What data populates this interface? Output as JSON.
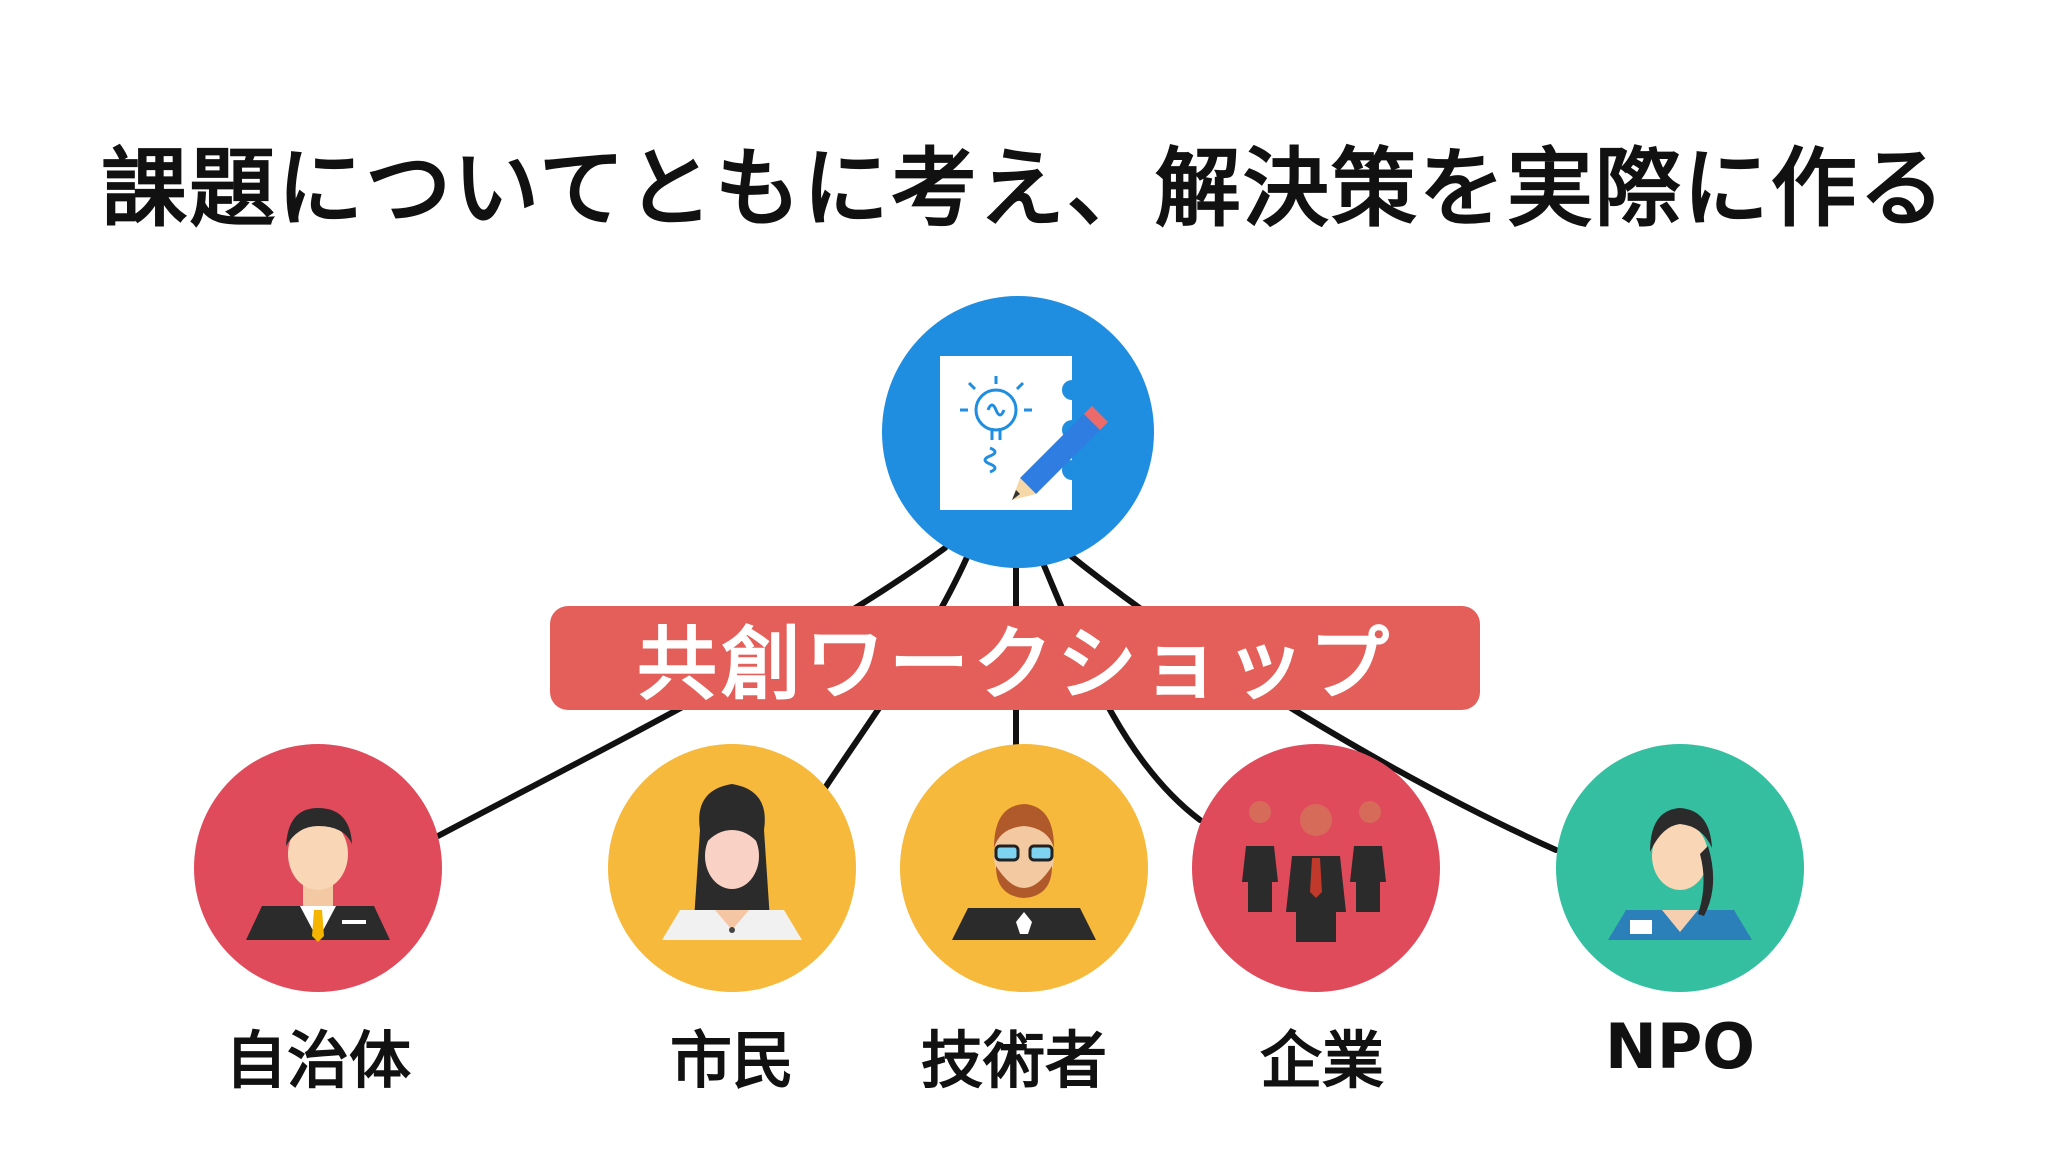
{
  "title": "課題についてともに考え、解決策を実際に作る",
  "banner": "共創ワークショップ",
  "hub": {
    "icon": "idea-notebook-pencil-icon",
    "color": "#1f8de0"
  },
  "stakeholders": [
    {
      "label": "自治体",
      "icon": "government-official-icon",
      "color": "#e04b5c"
    },
    {
      "label": "市民",
      "icon": "citizen-woman-icon",
      "color": "#f6b93b"
    },
    {
      "label": "技術者",
      "icon": "engineer-icon",
      "color": "#f6b93b"
    },
    {
      "label": "企業",
      "icon": "business-group-icon",
      "color": "#e04b5c"
    },
    {
      "label": "NPO",
      "icon": "npo-staff-icon",
      "color": "#34bfa0"
    }
  ]
}
